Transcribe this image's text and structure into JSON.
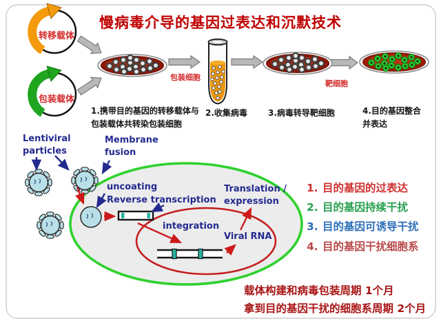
{
  "title": {
    "text": "慢病毒介导的基因过表达和沉默技术",
    "color": "#c00000"
  },
  "vectors": {
    "transfer_label": "转移载体",
    "packaging_label": "包装载体"
  },
  "flow": {
    "steps": [
      "1.携带目的基因的转移载体与包装载体共转染包装细胞",
      "2.收集病毒",
      "3.病毒转导靶细胞",
      "4.目的基因整合并表达"
    ],
    "packaging_cells_label": "包装细胞",
    "target_cells_label": "靶细胞"
  },
  "cell_diagram": {
    "lentiviral_particles": "Lentiviral particles",
    "membrane_fusion": "Membrane fusion",
    "uncoating": "uncoating",
    "reverse_transcription": "Reverse transcription",
    "integration": "integration",
    "translation_expression": "Translation / expression",
    "viral_rna": "Viral RNA"
  },
  "applications": {
    "items": [
      {
        "num": "1.",
        "text": "目的基因的过表达",
        "color": "#d03030"
      },
      {
        "num": "2.",
        "text": "目的基因持续干扰",
        "color": "#28a050"
      },
      {
        "num": "3.",
        "text": "目的基因可诱导干扰",
        "color": "#2e6fb8"
      },
      {
        "num": "4.",
        "text": "目的基因干扰细胞系",
        "color": "#b84a4a"
      }
    ]
  },
  "notes": {
    "line1": "载体构建和病毒包装周期 1个月",
    "line2": "拿到目的基因干扰的细胞系周期 2个月",
    "color": "#a81414"
  },
  "icon_colors": {
    "transfer_vector_arrow": "#f59a0b",
    "packaging_vector_arrow": "#1fa51f",
    "cell_membrane": "#2ed12e",
    "nucleus_outline": "#c41e1e",
    "dish_medium": "#8c1606",
    "virus_fill": "#b9e0e8",
    "tube_liquid": "#ec9712",
    "dna_mark": "#27b3a3",
    "label_navy": "#232a8f"
  }
}
